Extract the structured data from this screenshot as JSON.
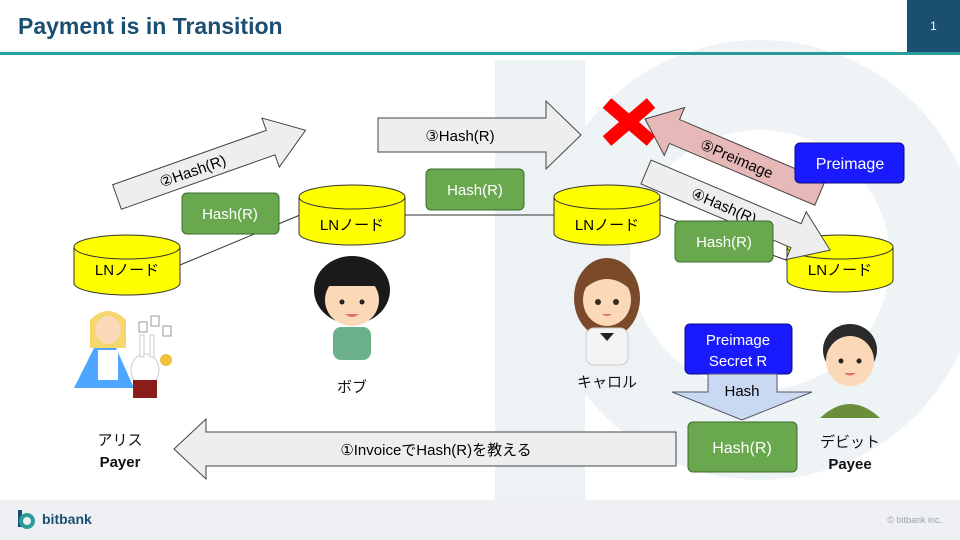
{
  "header": {
    "title": "Payment is in Transition",
    "page_number": "1"
  },
  "nodes": {
    "label": "LNノード"
  },
  "hash_box": "Hash(R)",
  "arrows": {
    "step1": "①InvoiceでHash(R)を教える",
    "step2": "②Hash(R)",
    "step3": "③Hash(R)",
    "step4": "④Hash(R)",
    "step5": "⑤Preimage",
    "hash_down": "Hash"
  },
  "preimage_box": "Preimage",
  "secret_box": {
    "line1": "Preimage",
    "line2": "Secret R"
  },
  "people": {
    "alice": {
      "name": "アリス",
      "role": "Payer"
    },
    "bob": {
      "name": "ボブ"
    },
    "carol": {
      "name": "キャロル"
    },
    "dave": {
      "name": "デビット",
      "role": "Payee"
    }
  },
  "footer": {
    "logo_text": "bitbank",
    "copyright": "© bitbank inc."
  },
  "colors": {
    "accent": "#1b4f72",
    "teal_line": "#2a9d9a",
    "node_yellow": "#ffff00",
    "hash_green": "#6aa84f",
    "blue_box": "#1a1aff",
    "preimage_arrow": "#e6b8b7",
    "cross_red": "#ff0000"
  }
}
